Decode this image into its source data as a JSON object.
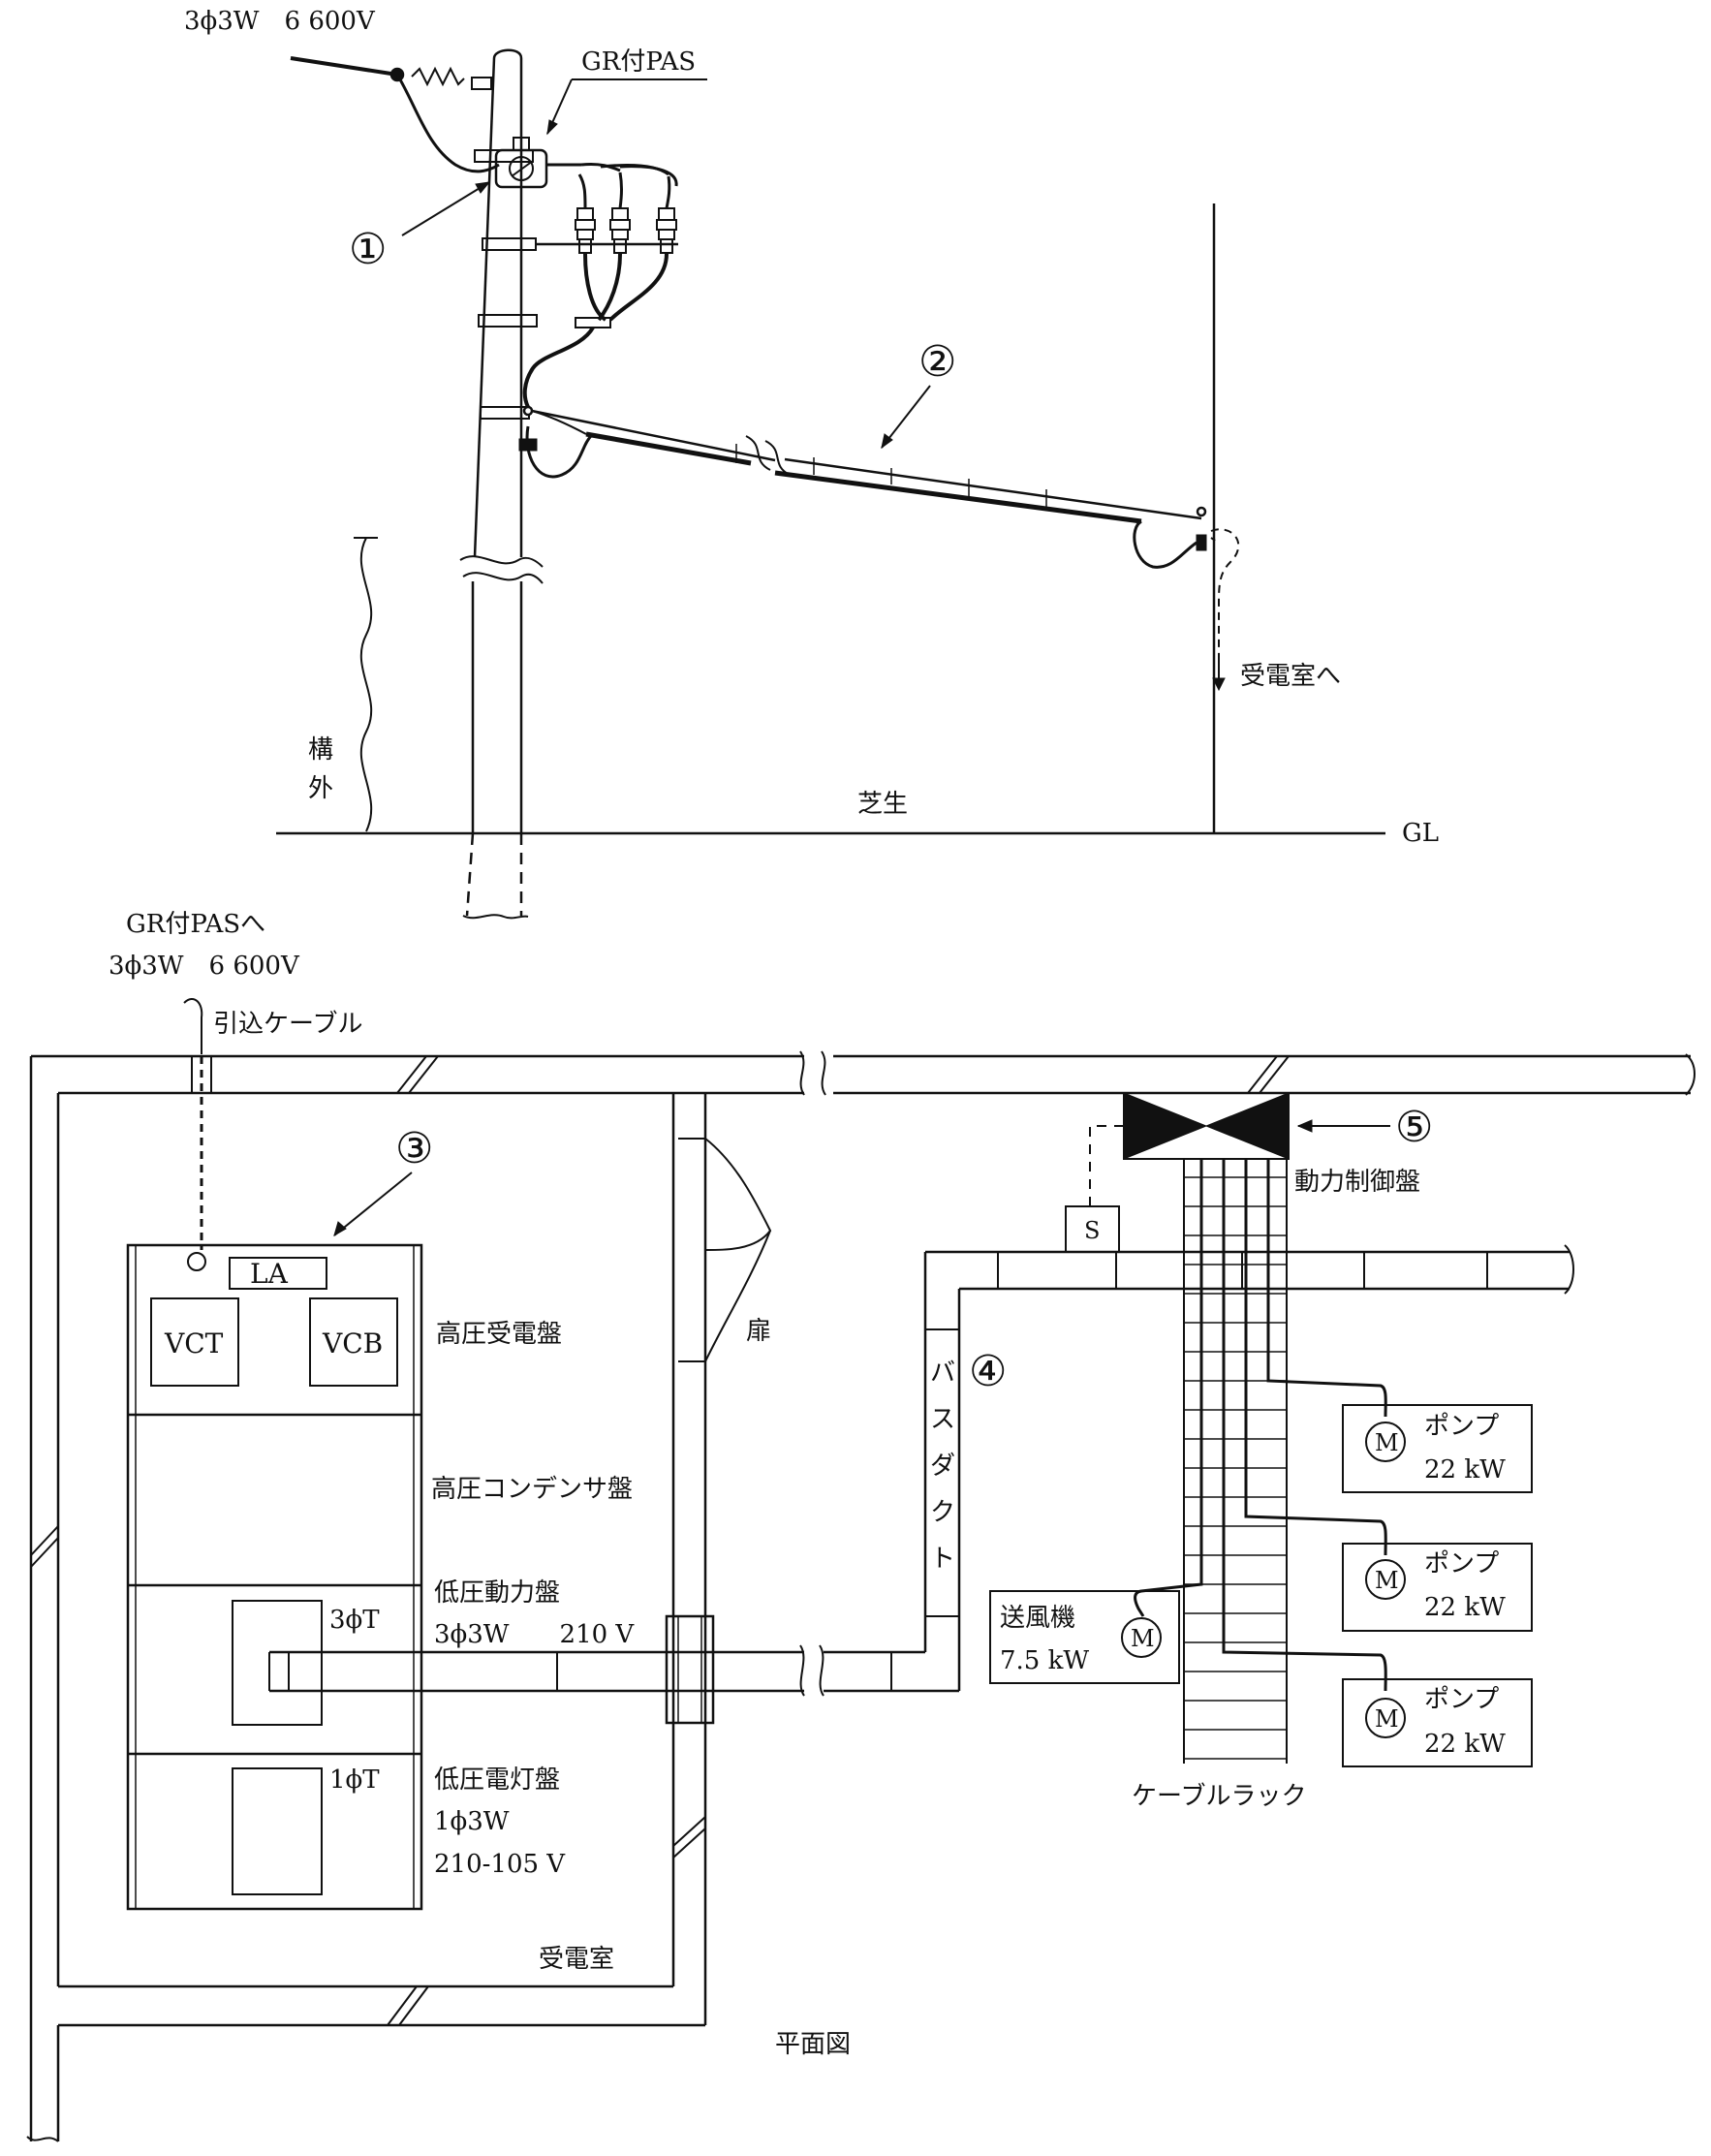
{
  "pole_section": {
    "supply_label": "3ϕ3W　6 600V",
    "pas_label": "GR付PAS",
    "callouts": [
      "①",
      "②"
    ],
    "to_room_label": "受電室へ",
    "lawn_label": "芝生",
    "gl_label": "GL",
    "outside_label_1": "構",
    "outside_label_2": "外"
  },
  "plan_section": {
    "to_pas_label": "GR付PASへ",
    "supply_label": "3ϕ3W　6 600V",
    "drop_cable_label": "引込ケーブル",
    "callouts": [
      "③",
      "④",
      "⑤"
    ],
    "la_label": "LA",
    "vct_label": "VCT",
    "vcb_label": "VCB",
    "hv_panel": "高圧受電盤",
    "cap_panel": "高圧コンデンサ盤",
    "lv_power_panel": "低圧動力盤",
    "power_spec": "3ϕ3W　　210 V",
    "t3_label": "3ϕT",
    "lv_light_panel": "低圧電灯盤",
    "t1_label": "1ϕT",
    "light_spec_1": "1ϕ3W",
    "light_spec_2": "210‑105 V",
    "door_label": "扉",
    "busduct_label": [
      "バ",
      "ス",
      "ダ",
      "ク",
      "ト"
    ],
    "room_label": "受電室",
    "plan_title": "平面図",
    "control_panel_label": "動力制御盤",
    "s_label": "S",
    "motor_symbol": "M",
    "pump_label": "ポンプ",
    "pump_kw": "22 kW",
    "fan_label": "送風機",
    "fan_kw": "7.5 kW",
    "rack_label": "ケーブルラック"
  }
}
